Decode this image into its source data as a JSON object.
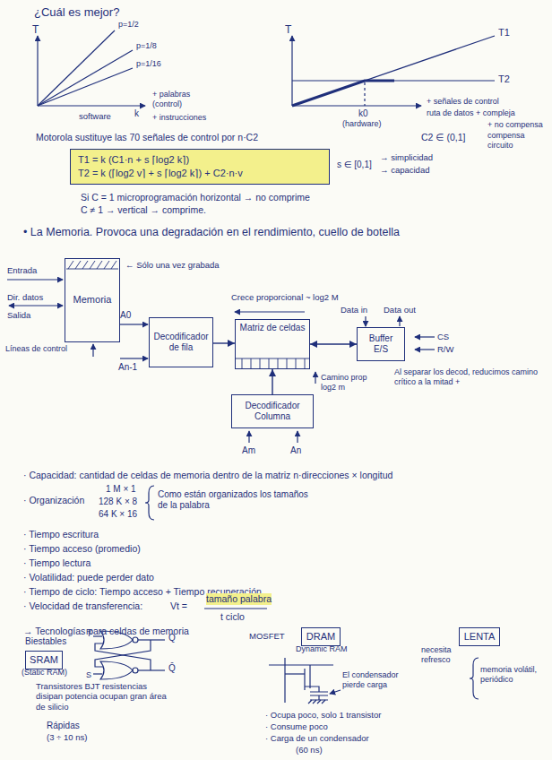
{
  "diagram": {
    "title": "¿Cuál es mejor?",
    "nodes": [
      {
        "text": [
          "T1 = k (C1·n + s ⌈log2 k⌉)",
          "T2 = k (⌈log2 v⌉ + s ⌈log2 k⌉) + C2·n·v"
        ]
      },
      {
        "text": [
          "Memoria"
        ]
      },
      {
        "text": [
          "Decodificador de fila"
        ]
      },
      {
        "text": [
          "Matriz de celdas"
        ]
      },
      {
        "text": [
          "Buffer E/S"
        ]
      },
      {
        "text": [
          "Decodificador Columna"
        ]
      },
      {
        "text": [
          "SRAM"
        ]
      },
      {
        "text": [
          "DRAM"
        ]
      },
      {
        "text": [
          "LENTA"
        ]
      }
    ],
    "edges": [
      {
        "from": 2,
        "to": 3,
        "arrow": "to"
      },
      {
        "from": 3,
        "to": 4,
        "arrow": "both"
      },
      {
        "from": 5,
        "to": 3,
        "arrow": "to"
      }
    ],
    "labels": [
      "T",
      "p=1/2",
      "p=1/8",
      "p=1/16",
      "k",
      "software",
      "+ palabras (control)",
      "+ instrucciones",
      "T",
      "T1",
      "T2",
      "k0",
      "(hardware)",
      "+ señales de control",
      "ruta de datos + compleja",
      "+ no compensa",
      "compensa circuito",
      "Motorola sustituye las 70 señales de control por n·C2",
      "C2 ∈ (0,1]",
      "s ∈ [0,1]",
      "→ simplicidad",
      "→ capacidad",
      "Si C = 1 microprogramación horizontal → no comprime",
      "C ≠ 1 → vertical → comprime.",
      "• La Memoria. Provoca una degradación en el rendimiento, cuello de botella",
      "Entrada",
      "Dir. datos",
      "Salida",
      "Líneas de control",
      "← Sólo una vez grabada",
      "Crece proporcional ~ log2 M",
      "A0",
      "An-1",
      "Camino prop log2 m",
      "Am",
      "An",
      "Data in",
      "Data out",
      "CS",
      "R/W",
      "Al separar los decod, reducimos camino crítico a la mitad +",
      "· Capacidad: cantidad de celdas de memoria dentro de la matriz n·direcciones × longitud",
      "· Organización",
      "1 M × 1",
      "128 K × 8",
      "64 K × 16",
      "Como están organizados los tamaños de la palabra",
      "· Tiempo escritura",
      "· Tiempo acceso (promedio)",
      "· Tiempo lectura",
      "· Volatilidad: puede perder dato",
      "· Tiempo de ciclo: Tiempo acceso + Tiempo recuperación",
      "· Velocidad de transferencia:",
      "Vt =",
      "tamaño palabra",
      "t ciclo",
      "→ Tecnologías para celdas de memoria",
      "Biestables",
      "(Static RAM)",
      "R",
      "S",
      "Q",
      "Q̄",
      "Transistores BJT resistencias disipan potencia ocupan gran área de silicio",
      "Rápidas",
      "(3 ÷ 10 ns)",
      "MOSFET",
      "Dynamic RAM",
      "El condensador pierde carga",
      "· Ocupa poco, solo 1 transistor",
      "· Consume poco",
      "· Carga de un condensador",
      "(60 ns)",
      "necesita refresco",
      "memoria volátil, periódico"
    ]
  }
}
